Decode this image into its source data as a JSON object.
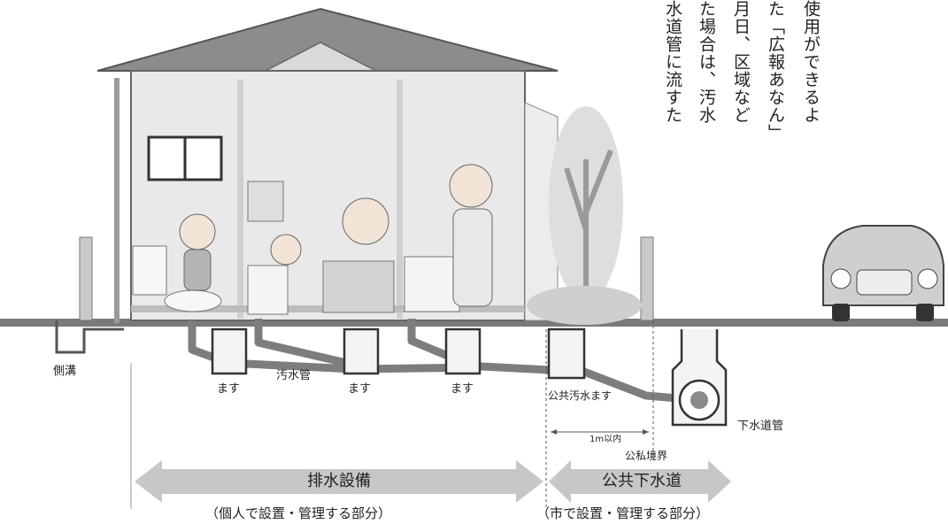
{
  "vertical_text": [
    "使用ができるよ",
    "た「広報あなん」",
    "月日、区域など",
    "た場合は、汚水",
    "水道管に流すた"
  ],
  "labels": {
    "side_ditch": "側溝",
    "masu_1": "ます",
    "masu_2": "ます",
    "masu_3": "ます",
    "sewage_pipe": "汚水管",
    "public_masu": "公共汚水ます",
    "sewer_main": "下水道管",
    "distance": "1m以内",
    "boundary": "公私境界"
  },
  "arrows": {
    "private": "排水設備",
    "public": "公共下水道"
  },
  "captions": {
    "private": "（個人で設置・管理する部分）",
    "public": "（市で設置・管理する部分）"
  }
}
